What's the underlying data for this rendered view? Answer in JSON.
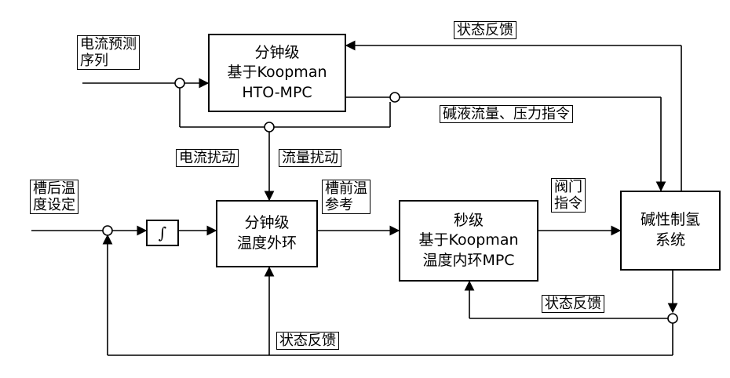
{
  "blocks": {
    "top_mpc": [
      "分钟级",
      "基于Koopman",
      "HTO-MPC"
    ],
    "outer_loop": [
      "分钟级",
      "温度外环"
    ],
    "inner_mpc": [
      "秒级",
      "基于Koopman",
      "温度内环MPC"
    ],
    "plant": [
      "碱性制氢",
      "系统"
    ],
    "integrator": "∫"
  },
  "labels": {
    "current_forecast": [
      "电流预测",
      "序列"
    ],
    "state_feedback_top": "状态反馈",
    "lye_flow_pressure": "碱液流量、压力指令",
    "current_disturbance": "电流扰动",
    "flow_disturbance": "流量扰动",
    "outlet_temp_setpoint": [
      "槽后温",
      "度设定"
    ],
    "inlet_temp_reference": [
      "槽前温",
      "参考"
    ],
    "valve_command": [
      "阀门",
      "指令"
    ],
    "state_feedback_inner": "状态反馈",
    "state_feedback_bottom": "状态反馈"
  }
}
